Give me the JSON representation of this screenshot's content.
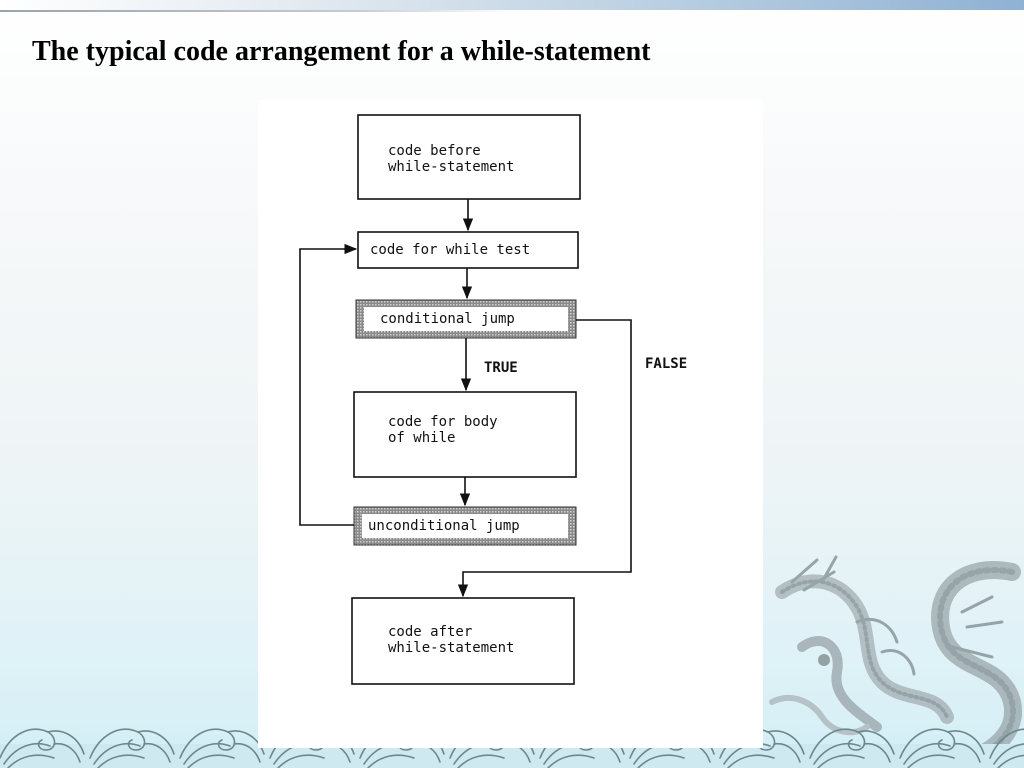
{
  "slide": {
    "title": "The typical code arrangement for a while-statement"
  },
  "diagram": {
    "nodes": [
      {
        "id": "before",
        "lines": [
          "code before",
          "while-statement"
        ]
      },
      {
        "id": "test",
        "lines": [
          "code for while test"
        ]
      },
      {
        "id": "cond",
        "lines": [
          "conditional jump"
        ]
      },
      {
        "id": "body",
        "lines": [
          "code for body",
          "of while"
        ]
      },
      {
        "id": "uncond",
        "lines": [
          "unconditional jump"
        ]
      },
      {
        "id": "after",
        "lines": [
          "code after",
          "while-statement"
        ]
      }
    ],
    "labels": {
      "true": "TRUE",
      "false": "FALSE"
    }
  },
  "colors": {
    "ink": "#111111",
    "jump_box_border": "#555555",
    "background_top": "#ffffff",
    "background_bottom": "#d3eef5"
  }
}
